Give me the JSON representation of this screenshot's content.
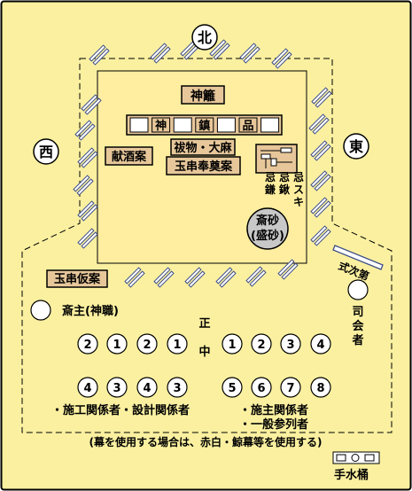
{
  "colors": {
    "background": "#FAF0A0",
    "page_border": "#000000",
    "sacred_area": "#FFEEA0",
    "tag_fill": "#E7C79A",
    "bamboo": "#3E4E87",
    "circle_fill": "#FFFFFF",
    "sand_fill": "#C8C8C8"
  },
  "directions": {
    "north": "北",
    "west": "西",
    "east": "東"
  },
  "altar": {
    "himorogi": "神籬",
    "offering_row": [
      "",
      "神",
      "",
      "鎮",
      "",
      "品",
      ""
    ],
    "nusa_oonusa": "祓物・大麻",
    "kenshuan": "献酒案",
    "tamagushi_hoten": "玉串奉奠案",
    "imikama": "忌鎌",
    "imikuwa": "忌鍬",
    "imisuki": "忌スキ",
    "saisha": [
      "斎砂",
      "(盛砂)"
    ]
  },
  "outside": {
    "tamagushi_karian": "玉串仮案",
    "shikidai": "式次第",
    "saishu": "斎主(神職)",
    "shikaisha": "司会者",
    "shoumen_top": "正",
    "shoumen_bottom": "中",
    "left_row1": [
      "2",
      "1",
      "2",
      "1"
    ],
    "left_row2": [
      "4",
      "3",
      "4",
      "3"
    ],
    "right_row1": [
      "1",
      "2",
      "3",
      "4"
    ],
    "right_row2": [
      "5",
      "6",
      "7",
      "8"
    ],
    "left_caption": "・施工関係者・設計関係者",
    "right_caption_1": "・施主関係者",
    "right_caption_2": "・一般参列者",
    "note": "(幕を使用する場合は、赤白・鯨幕等を使用する)",
    "temizuoke": "手水桶"
  }
}
